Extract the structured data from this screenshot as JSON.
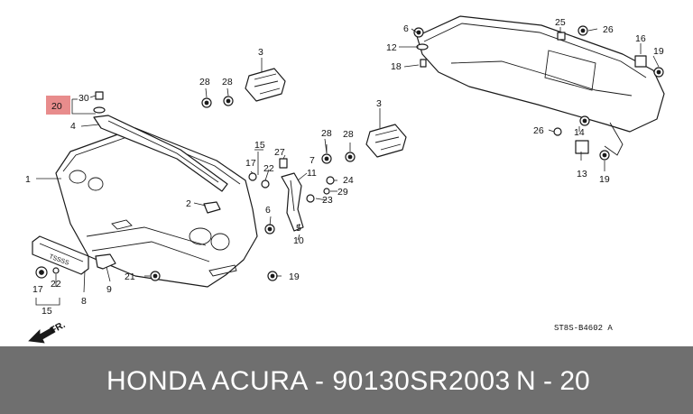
{
  "diagram": {
    "highlight_color": "#e88c8c",
    "footer_color": "#6f6f6f",
    "code": "ST8S-B4602 A",
    "direction_label": "FR.",
    "plate_text": "TSSSS",
    "callouts": {
      "c1": "1",
      "c2": "2",
      "c3a": "3",
      "c3b": "3",
      "c4": "4",
      "c5": "5",
      "c6a": "6",
      "c6b": "6",
      "c7": "7",
      "c8": "8",
      "c9": "9",
      "c10": "10",
      "c11": "11",
      "c12": "12",
      "c13": "13",
      "c14": "14",
      "c15a": "15",
      "c15b": "15",
      "c16": "16",
      "c17a": "17",
      "c17b": "17",
      "c18": "18",
      "c19a": "19",
      "c19b": "19",
      "c19c": "19",
      "c20": "20",
      "c21": "21",
      "c22a": "22",
      "c22b": "22",
      "c23": "23",
      "c24": "24",
      "c25": "25",
      "c26a": "26",
      "c26b": "26",
      "c27": "27",
      "c28a": "28",
      "c28b": "28",
      "c28c": "28",
      "c28d": "28",
      "c29": "29",
      "c30": "30"
    }
  },
  "footer": {
    "part_line": "HONDA ACURA - 90130SR2003",
    "ref_line": "N - 20"
  }
}
